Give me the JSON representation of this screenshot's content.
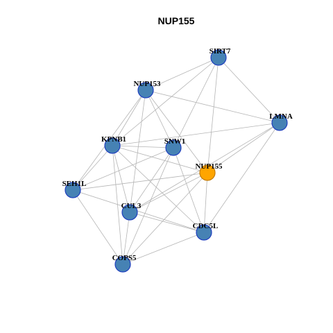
{
  "title": "NUP155",
  "colors": {
    "node_fill": "#4682B4",
    "node_stroke": "#1F3FBF",
    "focus_fill": "#FFA500",
    "focus_stroke": "#C47A00",
    "edge": "#B4B4B4"
  },
  "nodes": [
    {
      "id": "SIRT7",
      "label": "SIRT7"
    },
    {
      "id": "NUP153",
      "label": "NUP153"
    },
    {
      "id": "LMNA",
      "label": "LMNA"
    },
    {
      "id": "KPNB1",
      "label": "KPNB1"
    },
    {
      "id": "SNW1",
      "label": "SNW1"
    },
    {
      "id": "NUP155",
      "label": "NUP155",
      "focus": true
    },
    {
      "id": "SEH1L",
      "label": "SEH1L"
    },
    {
      "id": "CUL3",
      "label": "CUL3"
    },
    {
      "id": "CDC5L",
      "label": "CDC5L"
    },
    {
      "id": "COPS5",
      "label": "COPS5"
    }
  ],
  "edges": [
    [
      "SIRT7",
      "NUP153"
    ],
    [
      "SIRT7",
      "LMNA"
    ],
    [
      "SIRT7",
      "KPNB1"
    ],
    [
      "SIRT7",
      "SNW1"
    ],
    [
      "SIRT7",
      "NUP155"
    ],
    [
      "NUP153",
      "LMNA"
    ],
    [
      "NUP153",
      "KPNB1"
    ],
    [
      "NUP153",
      "SNW1"
    ],
    [
      "NUP153",
      "SEH1L"
    ],
    [
      "NUP153",
      "CUL3"
    ],
    [
      "NUP153",
      "NUP155"
    ],
    [
      "LMNA",
      "KPNB1"
    ],
    [
      "LMNA",
      "NUP155"
    ],
    [
      "LMNA",
      "CDC5L"
    ],
    [
      "LMNA",
      "CUL3"
    ],
    [
      "KPNB1",
      "SNW1"
    ],
    [
      "KPNB1",
      "NUP155"
    ],
    [
      "KPNB1",
      "SEH1L"
    ],
    [
      "KPNB1",
      "CUL3"
    ],
    [
      "KPNB1",
      "CDC5L"
    ],
    [
      "KPNB1",
      "COPS5"
    ],
    [
      "SNW1",
      "SEH1L"
    ],
    [
      "SNW1",
      "CUL3"
    ],
    [
      "SNW1",
      "CDC5L"
    ],
    [
      "SNW1",
      "COPS5"
    ],
    [
      "NUP155",
      "SEH1L"
    ],
    [
      "NUP155",
      "CUL3"
    ],
    [
      "NUP155",
      "CDC5L"
    ],
    [
      "NUP155",
      "COPS5"
    ],
    [
      "SEH1L",
      "CDC5L"
    ],
    [
      "SEH1L",
      "COPS5"
    ],
    [
      "CUL3",
      "CDC5L"
    ],
    [
      "CUL3",
      "COPS5"
    ],
    [
      "CDC5L",
      "COPS5"
    ]
  ]
}
